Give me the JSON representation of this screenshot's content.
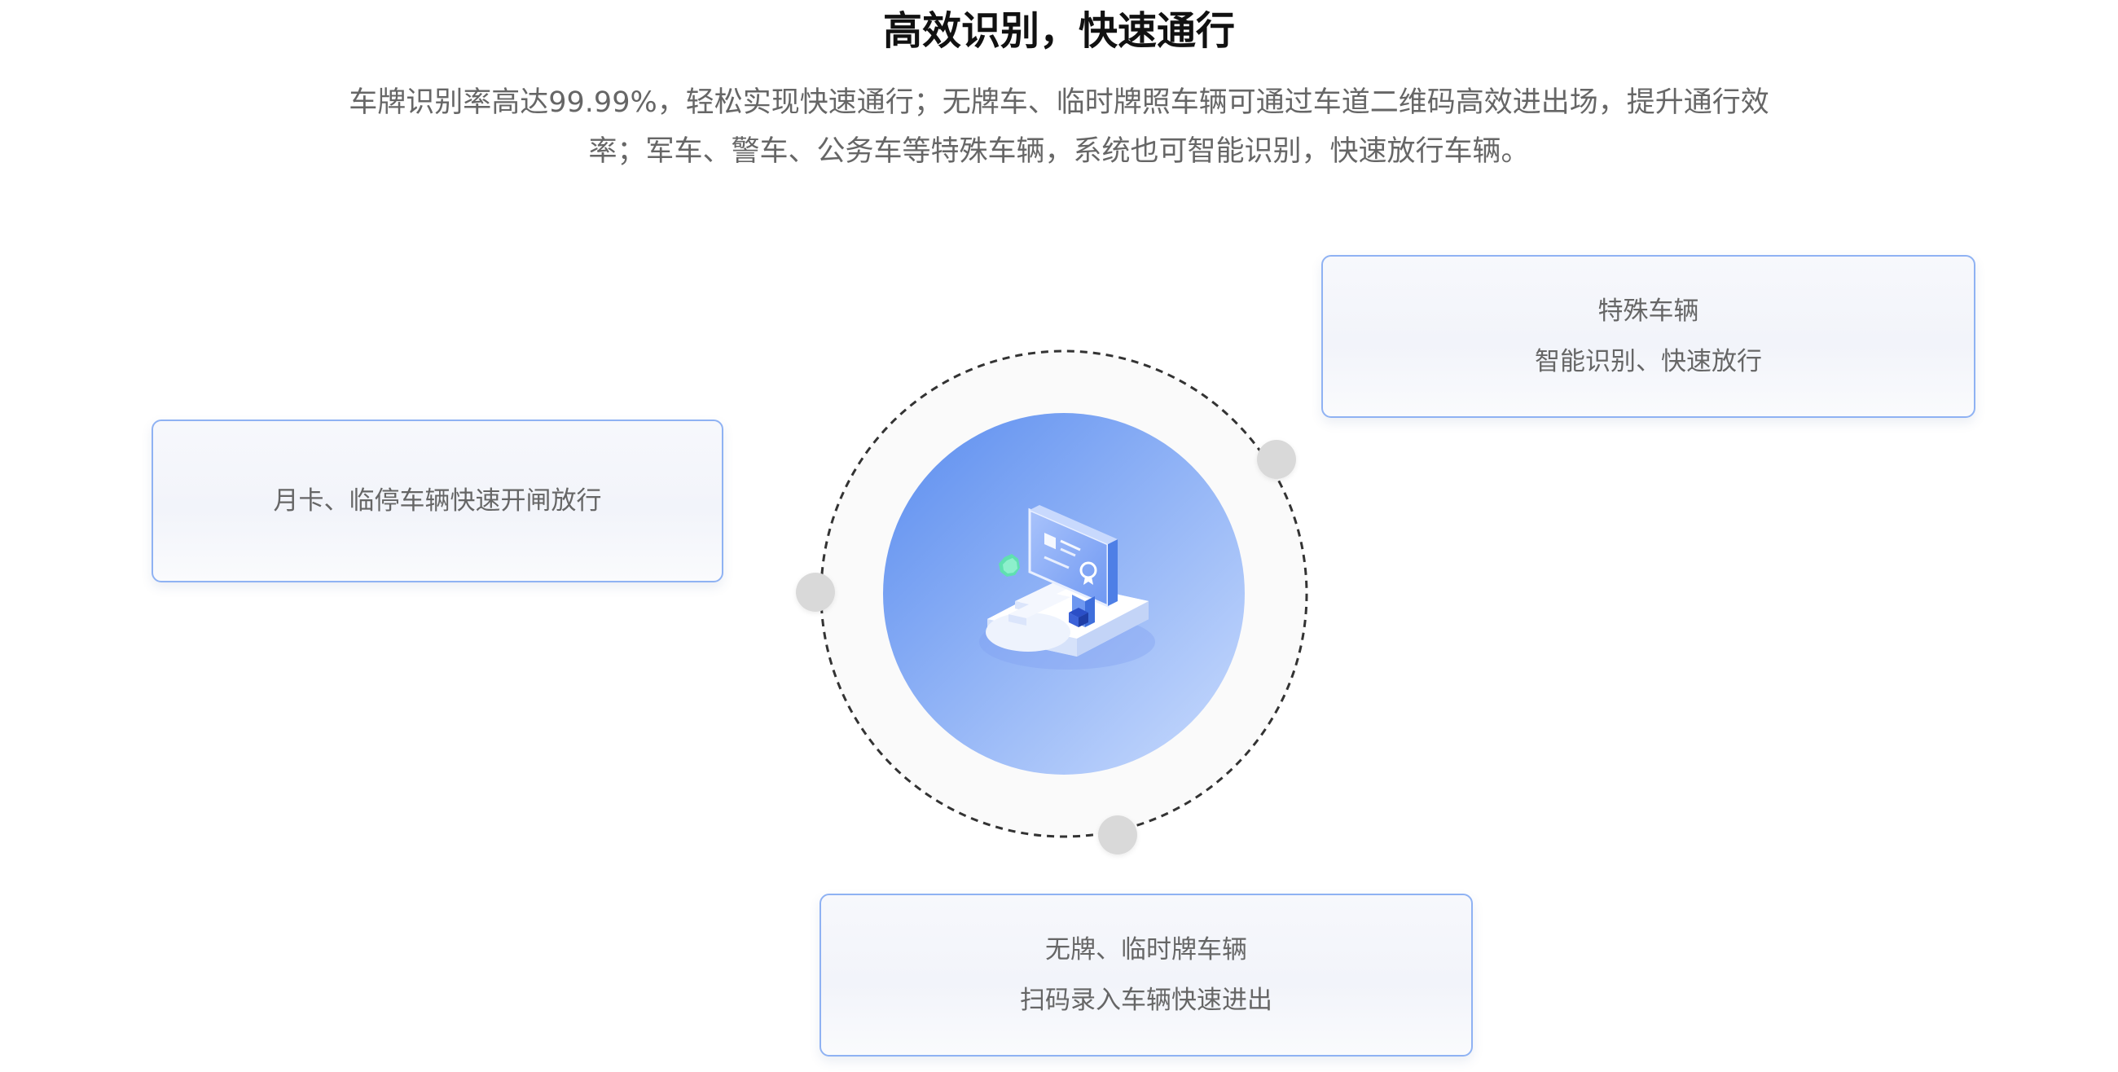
{
  "header": {
    "title": "高效识别，快速通行",
    "description": "车牌识别率高达99.99%，轻松实现快速通行；无牌车、临时牌照车辆可通过车道二维码高效进出场，提升通行效率；军车、警车、公务车等特殊车辆，系统也可智能识别，快速放行车辆。"
  },
  "cards": {
    "special": {
      "line1": "特殊车辆",
      "line2": "智能识别、快速放行"
    },
    "monthly": {
      "line1": "月卡、临停车辆快速开闸放行"
    },
    "noplate": {
      "line1": "无牌、临时牌车辆",
      "line2": "扫码录入车辆快速进出"
    }
  },
  "center": {
    "icon": "parking-gate-terminal-icon"
  },
  "colors": {
    "card_border": "#8fb2f3",
    "circle_gradient_start": "#5b8def",
    "circle_gradient_end": "#c2d6fc",
    "node_dot": "#d9d9d9",
    "title_text": "#111111",
    "body_text": "#666666"
  }
}
